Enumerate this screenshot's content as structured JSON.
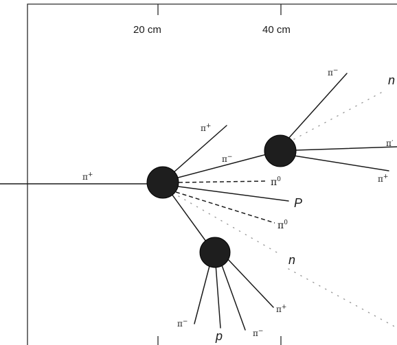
{
  "scale": {
    "tick_20": "20 cm",
    "tick_40": "40 cm"
  },
  "particles": {
    "incoming_pi_plus": {
      "sym": "π",
      "charge": "+"
    },
    "upper_pi_plus": {
      "sym": "π",
      "charge": "+"
    },
    "mid_pi_minus": {
      "sym": "π",
      "charge": "−"
    },
    "pi_zero_upper": {
      "sym": "π",
      "charge": "0"
    },
    "proton_right": {
      "sym": "P"
    },
    "pi_zero_lower": {
      "sym": "π",
      "charge": "0"
    },
    "neutron_mid": {
      "sym": "n"
    },
    "top_pi_minus": {
      "sym": "π",
      "charge": "−"
    },
    "top_neutron": {
      "sym": "n"
    },
    "right_pi_partial": {
      "sym": "π",
      "charge": "·"
    },
    "right_pi_plus": {
      "sym": "π",
      "charge": "+"
    },
    "bottom_pi_minus_left": {
      "sym": "π",
      "charge": "−"
    },
    "bottom_proton": {
      "sym": "p"
    },
    "bottom_pi_minus_right": {
      "sym": "π",
      "charge": "−"
    },
    "bottom_pi_plus": {
      "sym": "π",
      "charge": "+"
    }
  },
  "colors": {
    "ink": "#1a1a1a",
    "vertex": "#1e1e1e",
    "neutral_track": "#9a9a9a"
  }
}
